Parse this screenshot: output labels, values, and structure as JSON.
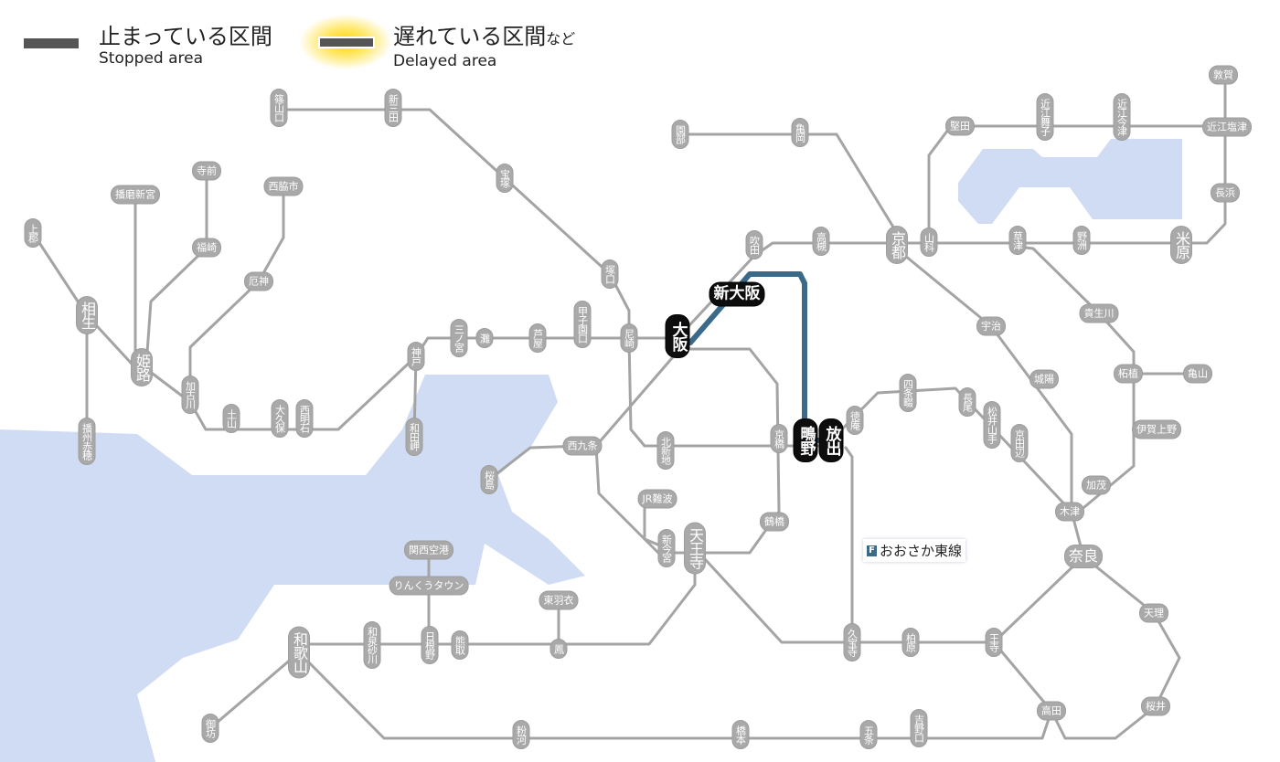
{
  "legend": {
    "stopped_jp": "止まっている区間",
    "stopped_en": "Stopped area",
    "delayed_jp": "遅れている区間",
    "delayed_jp_suffix": "など",
    "delayed_en": "Delayed area"
  },
  "colors": {
    "line": "#a4a4a4",
    "station": "#a9a9a9",
    "water": "#cfdcf3",
    "delayed_line": "#3a6a88",
    "highlight_station": "#0d0d0d",
    "glow": "#ffd400"
  },
  "line_label": {
    "badge": "F",
    "name": "おおさか東線"
  },
  "stations": [
    {
      "name": "篠山口"
    },
    {
      "name": "新三田"
    },
    {
      "name": "宝塚"
    },
    {
      "name": "塚口"
    },
    {
      "name": "尼崎"
    },
    {
      "name": "甲子園口"
    },
    {
      "name": "芦屋"
    },
    {
      "name": "灘"
    },
    {
      "name": "三ノ宮"
    },
    {
      "name": "神戸"
    },
    {
      "name": "和田岬"
    },
    {
      "name": "西明石"
    },
    {
      "name": "大久保"
    },
    {
      "name": "土山"
    },
    {
      "name": "加古川"
    },
    {
      "name": "厄神"
    },
    {
      "name": "西脇市"
    },
    {
      "name": "寺前"
    },
    {
      "name": "福崎"
    },
    {
      "name": "播磨新宮"
    },
    {
      "name": "上郡"
    },
    {
      "name": "相生"
    },
    {
      "name": "姫路"
    },
    {
      "name": "播州赤穂"
    },
    {
      "name": "吹田"
    },
    {
      "name": "高槻"
    },
    {
      "name": "京都"
    },
    {
      "name": "山科"
    },
    {
      "name": "草津"
    },
    {
      "name": "野洲"
    },
    {
      "name": "米原"
    },
    {
      "name": "長浜"
    },
    {
      "name": "近江塩津"
    },
    {
      "name": "敦賀"
    },
    {
      "name": "近江今津"
    },
    {
      "name": "近江舞子"
    },
    {
      "name": "堅田"
    },
    {
      "name": "園部"
    },
    {
      "name": "亀岡"
    },
    {
      "name": "宇治"
    },
    {
      "name": "城陽"
    },
    {
      "name": "貴生川"
    },
    {
      "name": "柘植"
    },
    {
      "name": "亀山"
    },
    {
      "name": "伊賀上野"
    },
    {
      "name": "加茂"
    },
    {
      "name": "木津"
    },
    {
      "name": "奈良"
    },
    {
      "name": "天理"
    },
    {
      "name": "桜井"
    },
    {
      "name": "高田"
    },
    {
      "name": "王寺"
    },
    {
      "name": "柏原"
    },
    {
      "name": "久宝寺"
    },
    {
      "name": "京田辺"
    },
    {
      "name": "松井山手"
    },
    {
      "name": "長尾"
    },
    {
      "name": "四条畷"
    },
    {
      "name": "徳庵"
    },
    {
      "name": "放出",
      "affected": true
    },
    {
      "name": "鴫野",
      "affected": true
    },
    {
      "name": "京橋"
    },
    {
      "name": "北新地"
    },
    {
      "name": "大阪",
      "affected": true
    },
    {
      "name": "新大阪",
      "affected": true
    },
    {
      "name": "西九条"
    },
    {
      "name": "桜島"
    },
    {
      "name": "JR難波"
    },
    {
      "name": "新今宮"
    },
    {
      "name": "天王寺"
    },
    {
      "name": "鶴橋"
    },
    {
      "name": "関西空港"
    },
    {
      "name": "りんくうタウン"
    },
    {
      "name": "日根野"
    },
    {
      "name": "熊取"
    },
    {
      "name": "和泉砂川"
    },
    {
      "name": "東羽衣"
    },
    {
      "name": "鳳"
    },
    {
      "name": "和歌山"
    },
    {
      "name": "御坊"
    },
    {
      "name": "粉河"
    },
    {
      "name": "橋本"
    },
    {
      "name": "五条"
    },
    {
      "name": "吉野口"
    }
  ]
}
